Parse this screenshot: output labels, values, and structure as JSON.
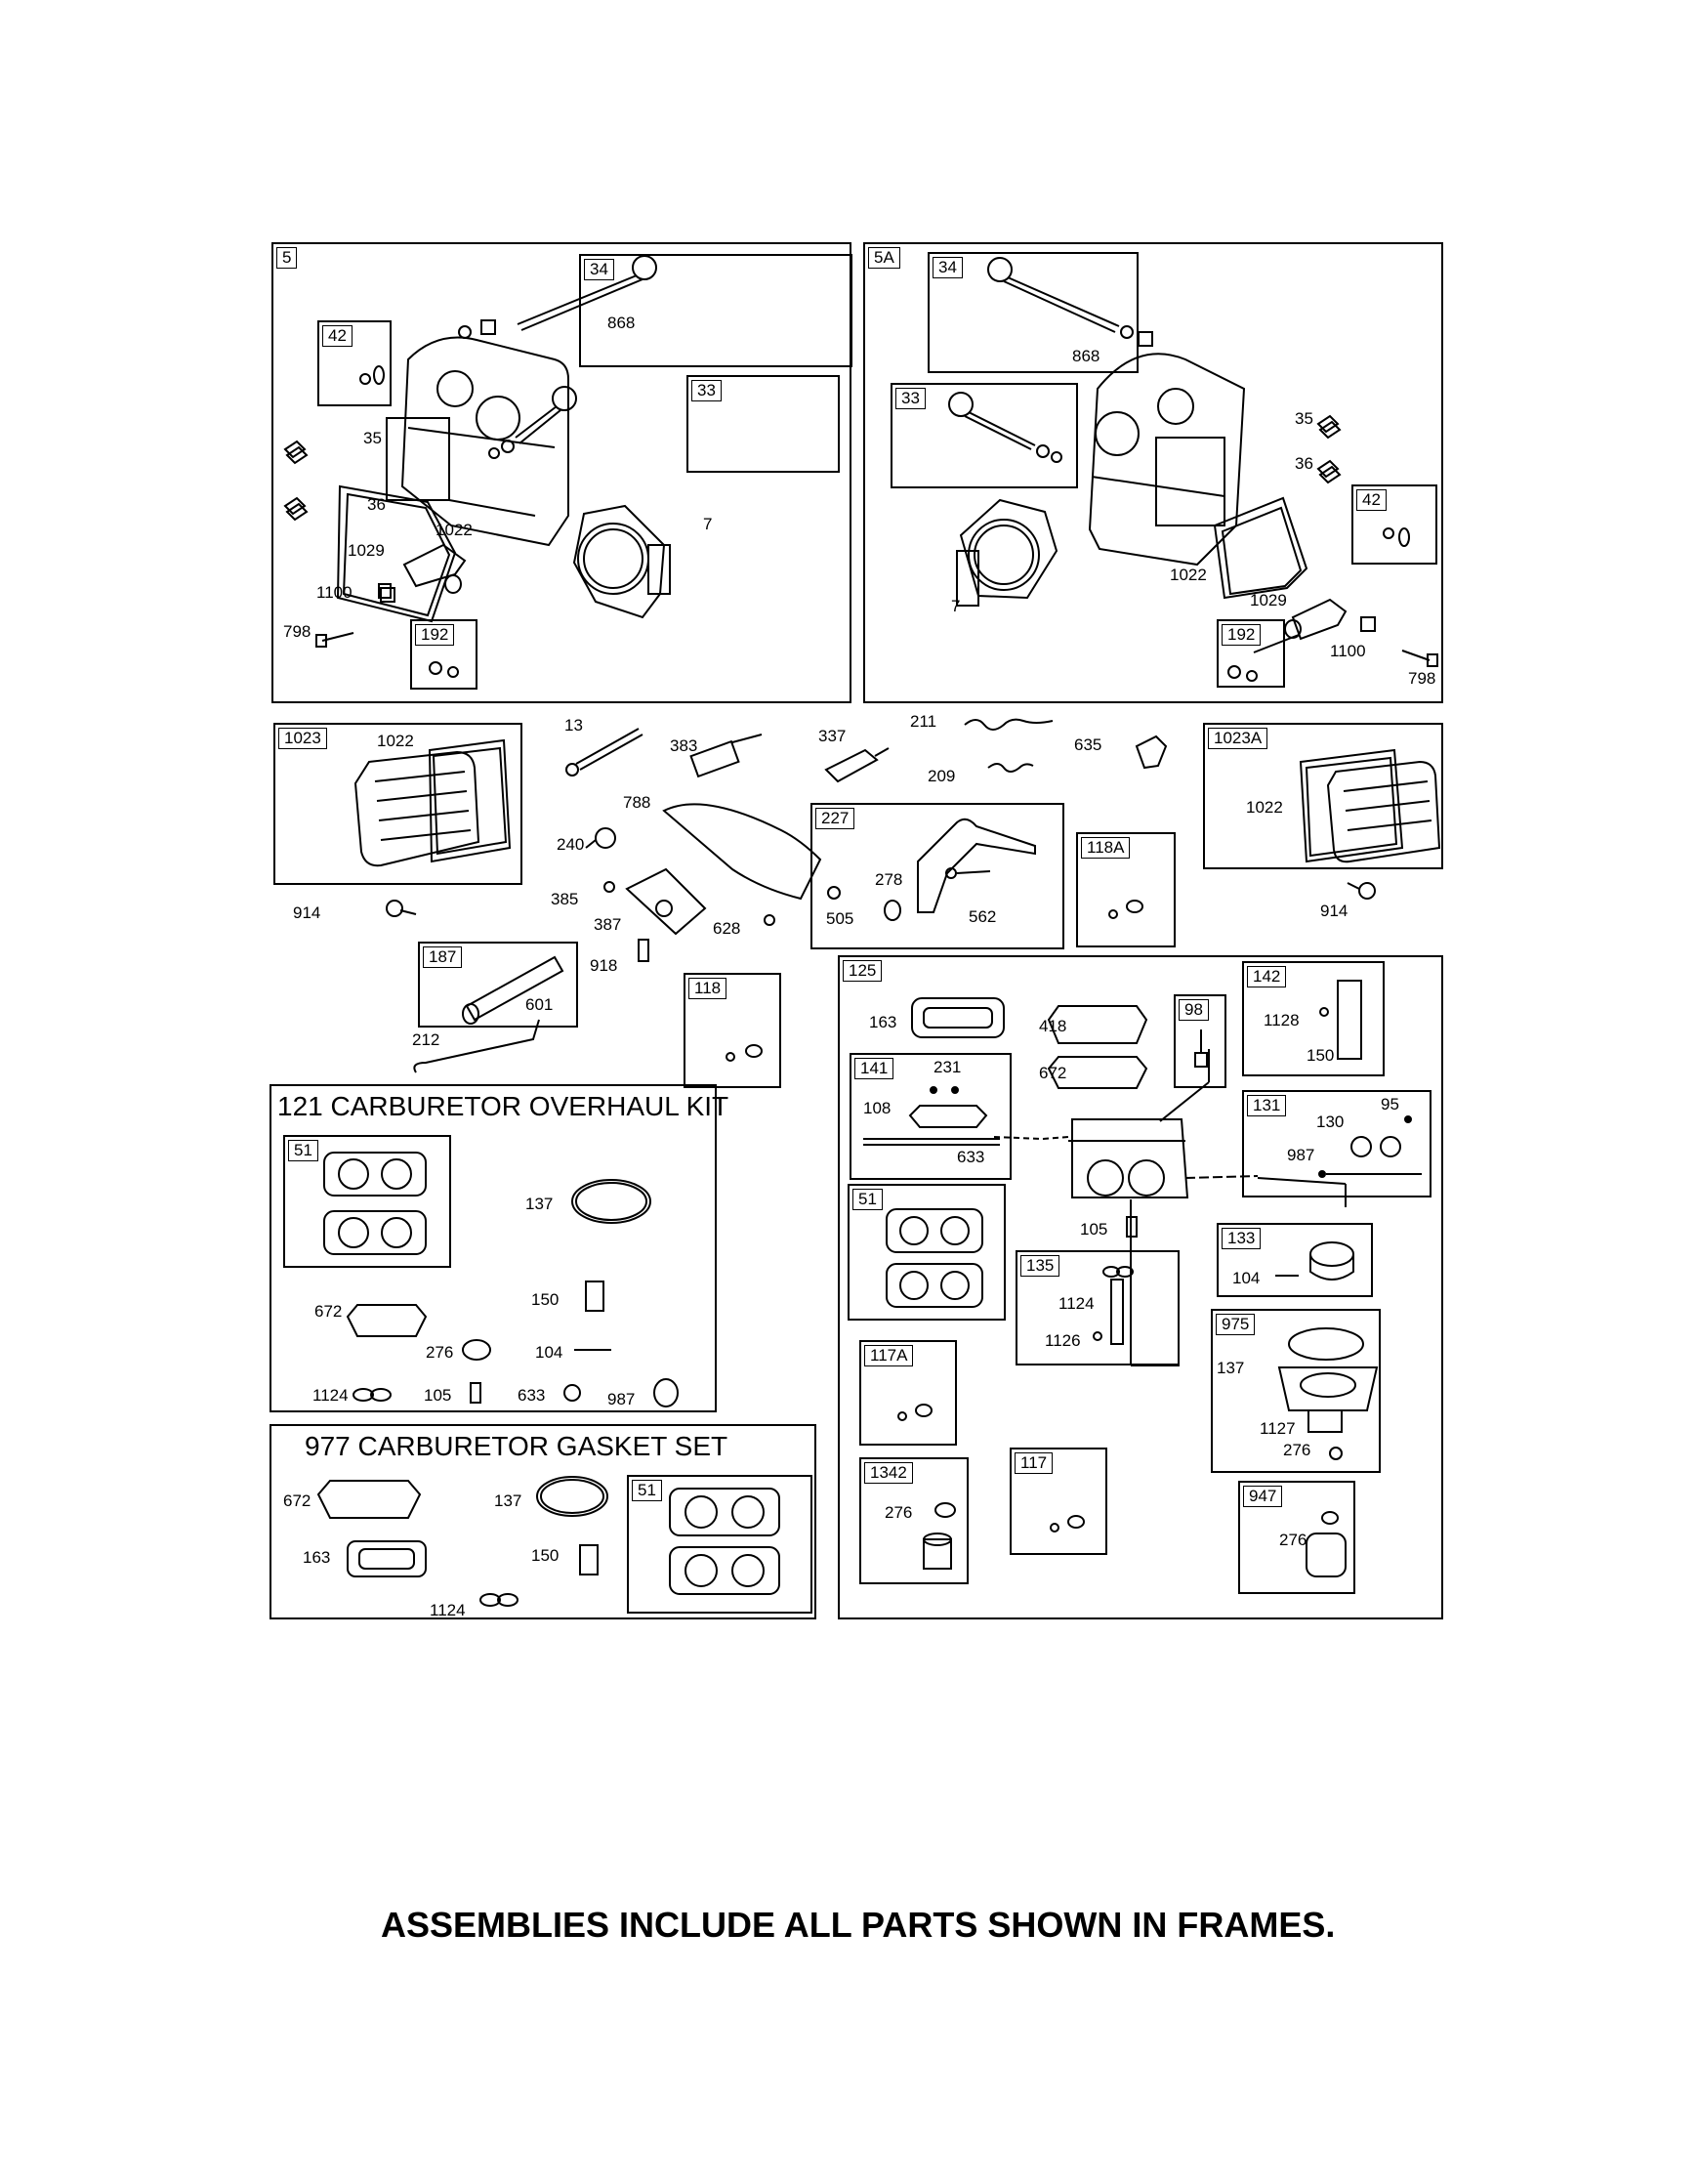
{
  "footer": "ASSEMBLIES INCLUDE ALL PARTS SHOWN IN FRAMES.",
  "kits": {
    "overhaul": "121 CARBURETOR OVERHAUL KIT",
    "gasket": "977 CARBURETOR GASKET SET"
  },
  "frames": {
    "f5": "5",
    "f5a": "5A",
    "f34a": "34",
    "f34b": "34",
    "f33a": "33",
    "f33b": "33",
    "f42a": "42",
    "f42b": "42",
    "f192a": "192",
    "f192b": "192",
    "f1023": "1023",
    "f1023a": "1023A",
    "f227": "227",
    "f118a": "118A",
    "f187": "187",
    "f118": "118",
    "f125": "125",
    "f141": "141",
    "f98": "98",
    "f142": "142",
    "f131": "131",
    "f51a": "51",
    "f51b": "51",
    "f51c": "51",
    "f133": "133",
    "f135": "135",
    "f117a": "117A",
    "f975": "975",
    "f1342": "1342",
    "f117": "117",
    "f947": "947"
  },
  "labels": {
    "l868a": "868",
    "l35a": "35",
    "l36a": "36",
    "l1022a": "1022",
    "l1029a": "1029",
    "l1100a": "1100",
    "l798a": "798",
    "l7a": "7",
    "l868b": "868",
    "l35b": "35",
    "l36b": "36",
    "l7b": "7",
    "l1022b": "1022",
    "l1029b": "1029",
    "l1100b": "1100",
    "l798b": "798",
    "l1022c": "1022",
    "l914a": "914",
    "l13": "13",
    "l383": "383",
    "l788": "788",
    "l240": "240",
    "l385": "385",
    "l387": "387",
    "l628": "628",
    "l918": "918",
    "l337": "337",
    "l211": "211",
    "l209": "209",
    "l635": "635",
    "l278": "278",
    "l505": "505",
    "l562": "562",
    "l1022d": "1022",
    "l914b": "914",
    "l601": "601",
    "l212": "212",
    "l163a": "163",
    "l418": "418",
    "l672a": "672",
    "l231": "231",
    "l108": "108",
    "l633a": "633",
    "l1128": "1128",
    "l150a": "150",
    "l95": "95",
    "l130": "130",
    "l987a": "987",
    "l105a": "105",
    "l104a": "104",
    "l1124a": "1124",
    "l1126": "1126",
    "l137a": "137",
    "l1127": "1127",
    "l276a": "276",
    "l276b": "276",
    "l276c": "276",
    "l137b": "137",
    "l150b": "150",
    "l672b": "672",
    "l276d": "276",
    "l104b": "104",
    "l1124b": "1124",
    "l105b": "105",
    "l633b": "633",
    "l987b": "987",
    "l672c": "672",
    "l137c": "137",
    "l163b": "163",
    "l150c": "150",
    "l1124c": "1124"
  }
}
